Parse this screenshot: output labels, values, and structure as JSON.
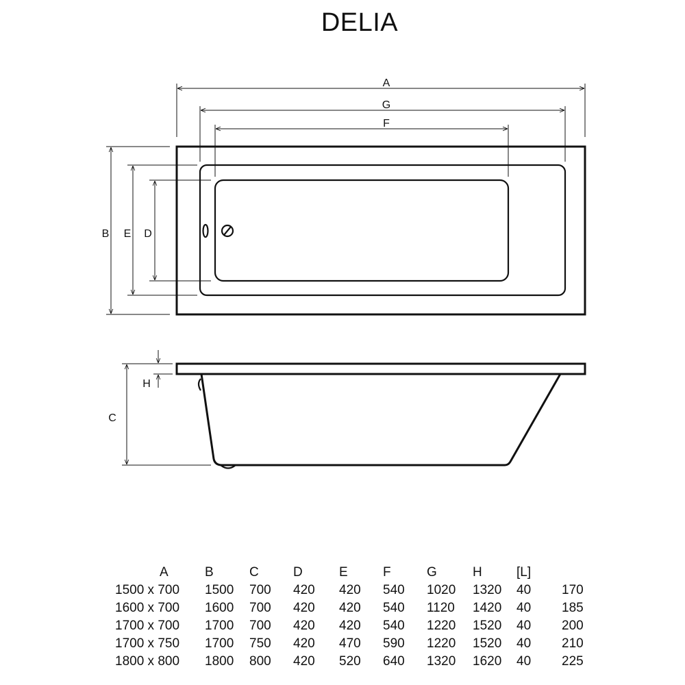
{
  "title": "DELIA",
  "labels": {
    "A": "A",
    "G": "G",
    "F": "F",
    "B": "B",
    "E": "E",
    "D": "D",
    "H": "H",
    "C": "C"
  },
  "table": {
    "headers": [
      "A",
      "B",
      "C",
      "D",
      "E",
      "F",
      "G",
      "H",
      "[L]",
      ""
    ],
    "rows": [
      [
        "1500 x 700",
        "1500",
        "700",
        "420",
        "420",
        "540",
        "1020",
        "1320",
        "40",
        "170"
      ],
      [
        "1600 x 700",
        "1600",
        "700",
        "420",
        "420",
        "540",
        "1120",
        "1420",
        "40",
        "185"
      ],
      [
        "1700 x 700",
        "1700",
        "700",
        "420",
        "420",
        "540",
        "1220",
        "1520",
        "40",
        "200"
      ],
      [
        "1700 x 750",
        "1700",
        "750",
        "420",
        "470",
        "590",
        "1220",
        "1520",
        "40",
        "210"
      ],
      [
        "1800 x 800",
        "1800",
        "800",
        "420",
        "520",
        "640",
        "1320",
        "1620",
        "40",
        "225"
      ]
    ]
  }
}
